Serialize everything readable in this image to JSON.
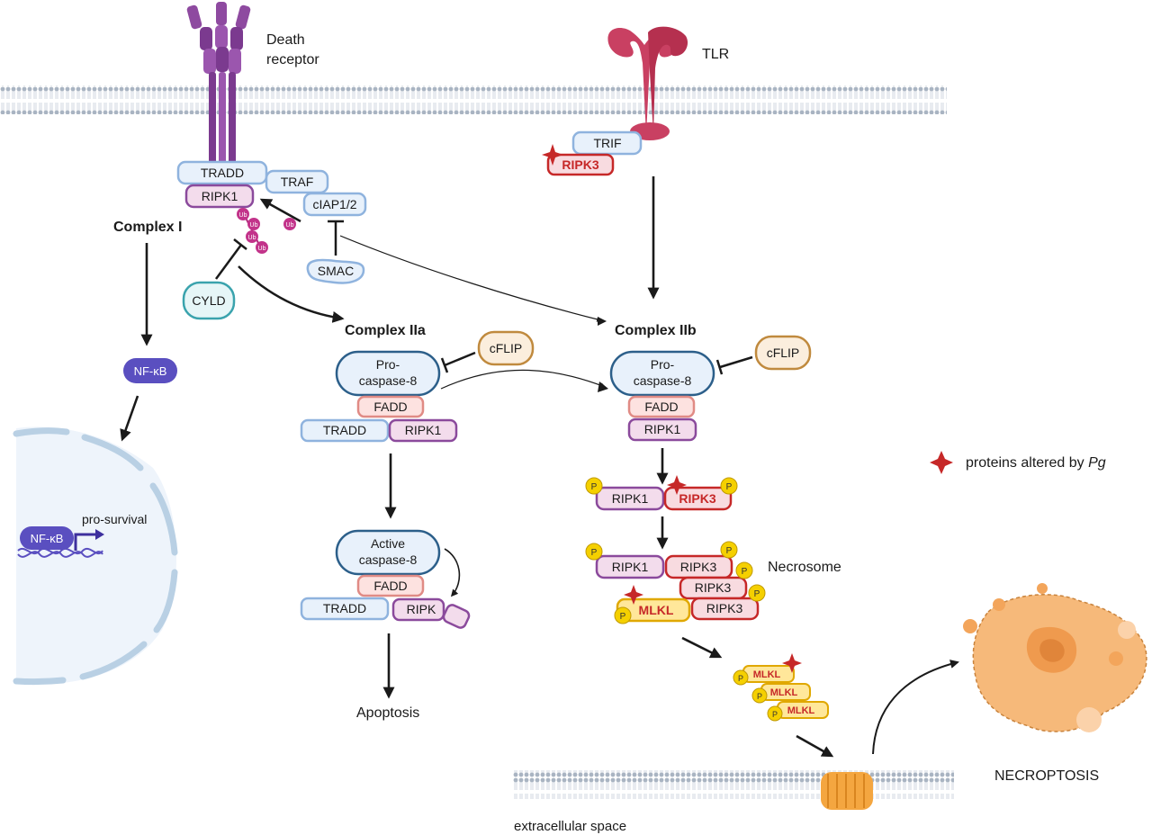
{
  "labels": {
    "death_receptor_1": "Death",
    "death_receptor_2": "receptor",
    "tlr": "TLR",
    "complex_i": "Complex I",
    "complex_iia": "Complex IIa",
    "complex_iib": "Complex IIb",
    "necrosome": "Necrosome",
    "apoptosis": "Apoptosis",
    "necroptosis": "NECROPTOSIS",
    "extracellular": "extracellular space",
    "pro_survival": "pro-survival",
    "legend_text": "proteins altered by ",
    "legend_italic": "Pg"
  },
  "proteins": {
    "tradd": "TRADD",
    "traf": "TRAF",
    "ripk1": "RIPK1",
    "ciap": "cIAP1/2",
    "smac": "SMAC",
    "cyld": "CYLD",
    "nfkb": "NF-κB",
    "trif": "TRIF",
    "ripk3": "RIPK3",
    "cflip": "cFLIP",
    "procasp_1": "Pro-",
    "procasp_2": "caspase-8",
    "active_1": "Active",
    "active_2": "caspase-8",
    "fadd": "FADD",
    "mlkl": "MLKL",
    "ub": "Ub",
    "p": "P",
    "ripk_cut": "RIPK"
  },
  "colors": {
    "blue_fill": "#e8f1fb",
    "blue_stroke": "#8fb3de",
    "pink_fill": "#f3dcec",
    "pink_stroke": "#8b4a9c",
    "red_stroke": "#c62828",
    "yellow_fill": "#ffe79a",
    "yellow_stroke": "#e0a800",
    "receptor": "#8e4aa0",
    "tlr": "#c94062",
    "nfkb": "#5a4fc0",
    "cyld": "#3aa3ad",
    "cflip": "#c08a3e",
    "necroptosis_cell": "#f6b97a"
  }
}
